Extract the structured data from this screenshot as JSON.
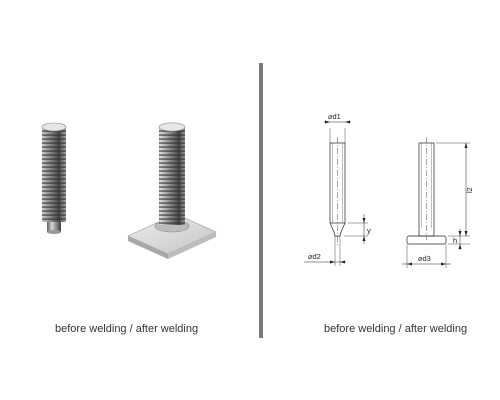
{
  "left_caption": "before welding / after welding",
  "right_caption": "before welding / after welding",
  "dimensions": {
    "d1": "d1",
    "d2": "d2",
    "d3": "d3",
    "l2": "l2",
    "y": "y",
    "h": "h",
    "diameter_symbol": "⌀"
  },
  "colors": {
    "divider": "#7a7a7a",
    "line": "#222222",
    "thread_dark": "#4a4a4a",
    "thread_light": "#c8c8c8",
    "plate": "#d4d4d4"
  }
}
